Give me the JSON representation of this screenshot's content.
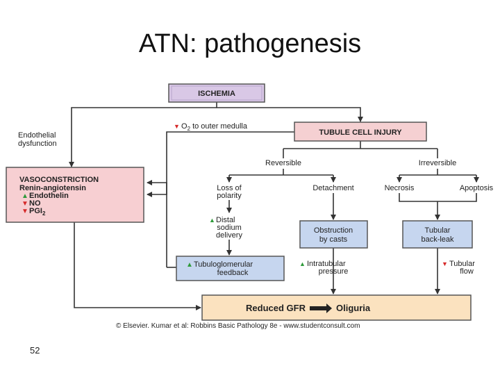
{
  "slide": {
    "title": "ATN: pathogenesis",
    "number": "52",
    "credit": "© Elsevier. Kumar et al: Robbins Basic Pathology 8e - www.studentconsult.com"
  },
  "diagram": {
    "ischemia": "ISCHEMIA",
    "o2": {
      "prefix": "O",
      "sub": "2",
      "suffix": " to outer medulla"
    },
    "endothelial": [
      "Endothelial",
      "dysfunction"
    ],
    "tubule_injury": "TUBULE CELL INJURY",
    "vasoconstriction": {
      "title": "VASOCONSTRICTION",
      "line1": "Renin-angiotensin",
      "endothelin": "Endothelin",
      "no": "NO",
      "pgi_prefix": "PGI",
      "pgi_sub": "2"
    },
    "reversible": "Reversible",
    "irreversible": "Irreversible",
    "loss_polarity": [
      "Loss of",
      "polarity"
    ],
    "detachment": "Detachment",
    "necrosis": "Necrosis",
    "apoptosis": "Apoptosis",
    "distal": [
      "Distal",
      "sodium",
      "delivery"
    ],
    "obstruction": [
      "Obstruction",
      "by casts"
    ],
    "backleak": [
      "Tubular",
      "back-leak"
    ],
    "tgf": [
      "Tubuloglomerular",
      "feedback"
    ],
    "intratubular": [
      "Intratubular",
      "pressure"
    ],
    "tubular_flow": [
      "Tubular",
      "flow"
    ],
    "result": {
      "left": "Reduced GFR",
      "right": "Oliguria"
    }
  },
  "colors": {
    "up_arrow": "#2e9a3a",
    "down_arrow": "#d62828",
    "ischemia_fill": "#d9c8e6",
    "injury_fill": "#f5d0d2",
    "vaso_fill": "#f7cfd2",
    "blue_fill": "#c6d6ef",
    "result_fill": "#fbe2bf",
    "line": "#333333"
  }
}
